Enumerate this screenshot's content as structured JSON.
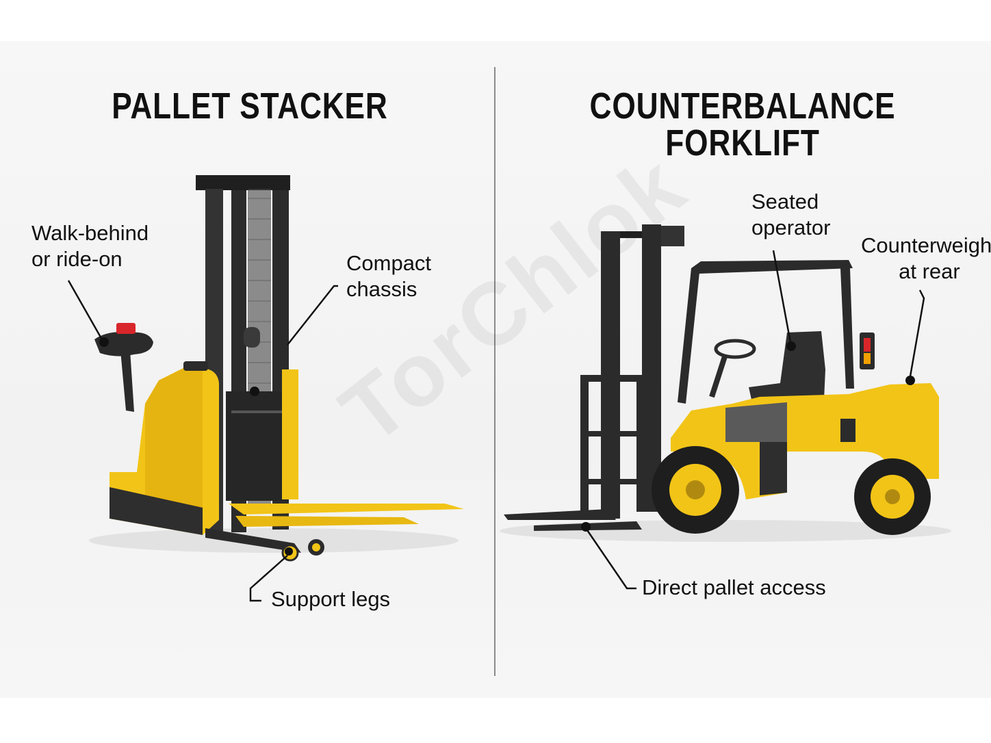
{
  "panels": [
    {
      "title": "PALLET STACKER",
      "callouts": [
        {
          "line1": "Walk-behind",
          "line2": "or ride-on"
        },
        {
          "line1": "Compact",
          "line2": "chassis"
        },
        {
          "line1": "Support legs"
        }
      ]
    },
    {
      "title": "COUNTERBALANCE FORKLIFT",
      "callouts": [
        {
          "line1": "Seated",
          "line2": "operator"
        },
        {
          "line1": "Counterweight",
          "line2": "at rear"
        },
        {
          "line1": "Direct pallet access"
        }
      ]
    }
  ],
  "watermark": "TorChlok",
  "colors": {
    "body_yellow": "#f2c417",
    "frame_dark": "#2b2b2b",
    "accent_red": "#d8262a"
  }
}
